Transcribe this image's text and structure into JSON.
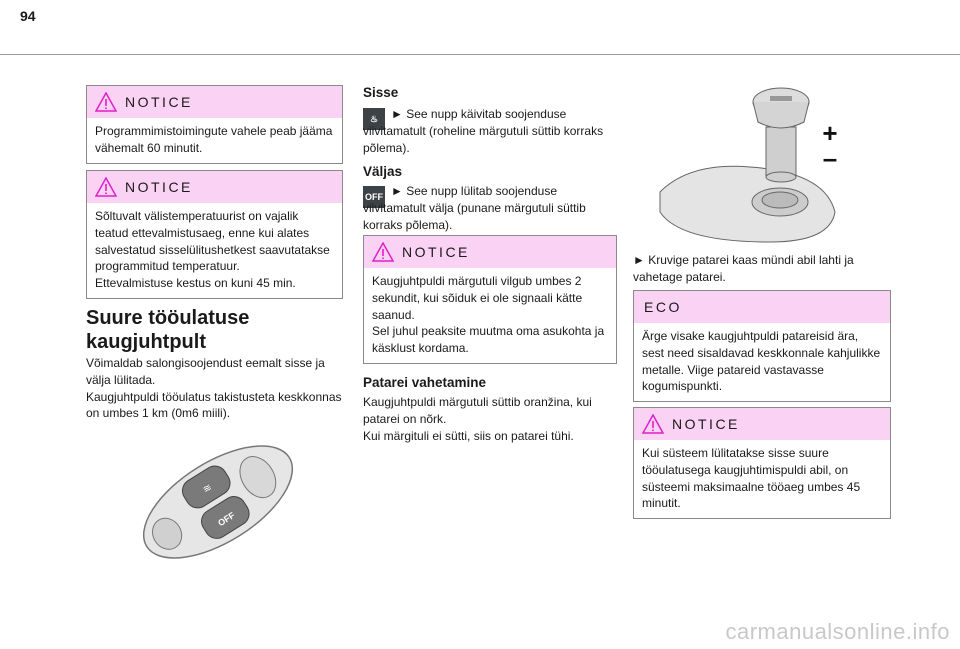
{
  "page_number": "94",
  "col1": {
    "notice1": {
      "title": "NOTICE",
      "text": "Programmimistoimingute vahele peab jääma vähemalt 60 minutit."
    },
    "notice2": {
      "title": "NOTICE",
      "lines": [
        "Sõltuvalt välistemperatuurist on vajalik teatud ettevalmistusaeg, enne kui alates salvestatud sisselülitushetkest saavutatakse programmitud temperatuur.",
        "Ettevalmistuse kestus on kuni 45 min."
      ]
    },
    "heading": "Suure tööulatuse kaugjuhtpult",
    "paragraphs": [
      "Võimaldab salongisoojendust eemalt sisse ja välja lülitada.",
      "Kaugjuhtpuldi tööulatus takistusteta keskkonnas on umbes 1 km (0m6 miili)."
    ],
    "remote_label": "OFF"
  },
  "col2": {
    "sisse": {
      "heading": "Sisse",
      "text": "► See nupp käivitab soojenduse viivitamatult (roheline märgutuli süttib korraks põlema)."
    },
    "valjas": {
      "heading": "Väljas",
      "icon_label": "OFF",
      "text": "► See nupp lülitab soojenduse viivitamatult välja (punane märgutuli süttib korraks põlema)."
    },
    "notice": {
      "title": "NOTICE",
      "lines": [
        "Kaugjuhtpuldi märgutuli vilgub umbes 2 sekundit, kui sõiduk ei ole signaali kätte saanud.",
        "Sel juhul peaksite muutma oma asukohta ja käsklust kordama."
      ]
    },
    "patarei": {
      "heading": "Patarei vahetamine",
      "lines": [
        "Kaugjuhtpuldi märgutuli süttib oranžina, kui patarei on nõrk.",
        "Kui märgituli ei sütti, siis on patarei tühi."
      ]
    }
  },
  "col3": {
    "step": "► Kruvige patarei kaas mündi abil lahti ja vahetage patarei.",
    "eco": {
      "title": "ECO",
      "text": "Ärge visake kaugjuhtpuldi patareisid ära, sest need sisaldavad keskkonnale kahjulikke metalle. Viige patareid vastavasse kogumispunkti."
    },
    "notice": {
      "title": "NOTICE",
      "text": "Kui süsteem lülitatakse sisse suure tööulatusega kaugjuhtimispuldi abil, on süsteemi maksimaalne tööaeg umbes 45 minutit."
    },
    "plus": "+",
    "minus": "–"
  },
  "watermark": "carmanualsonline.info",
  "colors": {
    "notice_header": "#fad2f3",
    "warn_icon": "#e020c8"
  }
}
